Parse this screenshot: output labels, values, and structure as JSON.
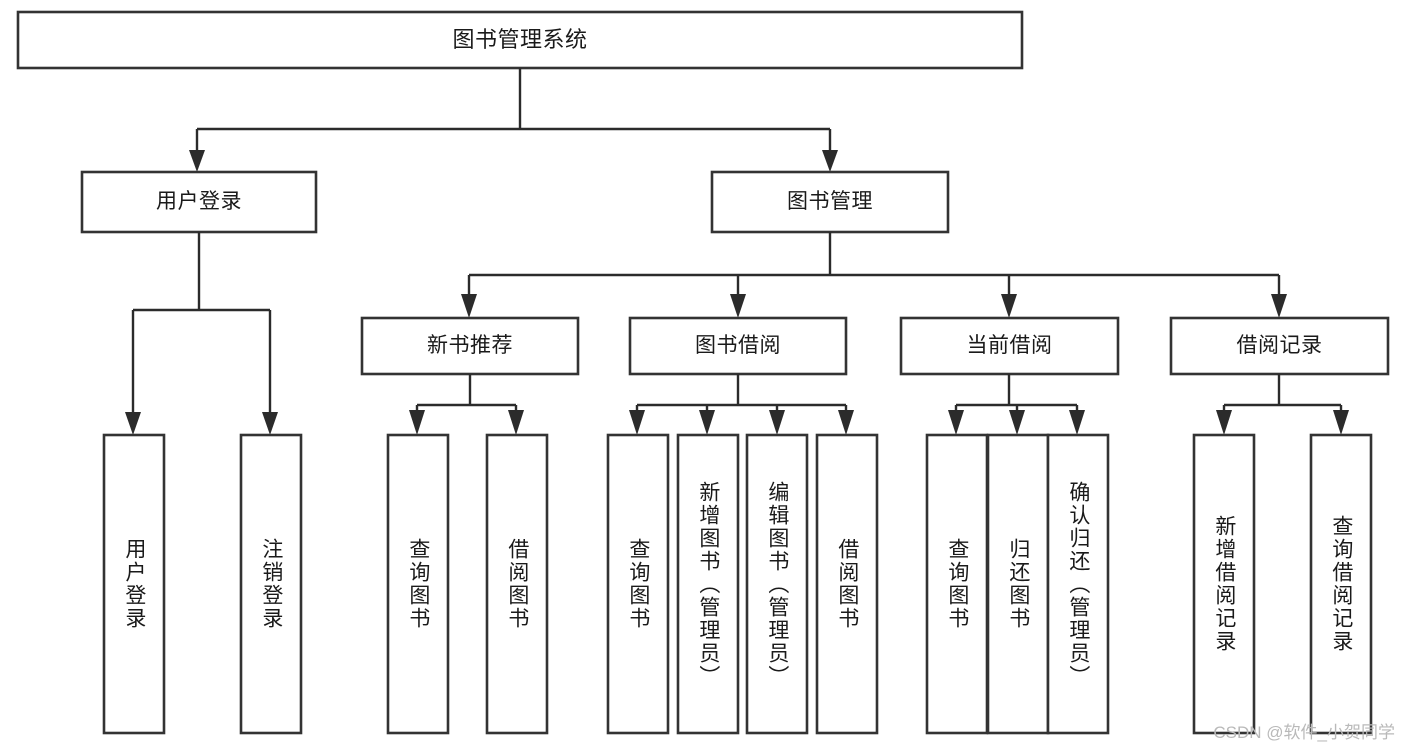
{
  "diagram": {
    "type": "tree-hierarchy",
    "title": "图书管理系统",
    "orientation": "top-down",
    "colors": {
      "box_fill": "#ffffff",
      "box_stroke": "#333333",
      "connector": "#2b2b2b",
      "text": "#1a1a1a",
      "background": "#ffffff",
      "watermark": "#b9b9b9"
    },
    "nodes": {
      "root": {
        "label": "图书管理系统",
        "level": 1,
        "text_direction": "horizontal"
      },
      "level2": [
        {
          "id": "user-login",
          "label": "用户登录",
          "text_direction": "horizontal"
        },
        {
          "id": "book-management",
          "label": "图书管理",
          "text_direction": "horizontal"
        }
      ],
      "level3": [
        {
          "id": "new-book-recommend",
          "label": "新书推荐",
          "text_direction": "horizontal"
        },
        {
          "id": "book-borrow",
          "label": "图书借阅",
          "text_direction": "horizontal"
        },
        {
          "id": "current-borrow",
          "label": "当前借阅",
          "text_direction": "horizontal"
        },
        {
          "id": "borrow-record",
          "label": "借阅记录",
          "text_direction": "horizontal"
        }
      ],
      "leaves": [
        {
          "id": "leaf-user-login",
          "label": "用户登录",
          "parent": "user-login",
          "text_direction": "vertical"
        },
        {
          "id": "leaf-user-logout",
          "label": "注销登录",
          "parent": "user-login",
          "text_direction": "vertical"
        },
        {
          "id": "leaf-query-book-1",
          "label": "查询图书",
          "parent": "new-book-recommend",
          "text_direction": "vertical"
        },
        {
          "id": "leaf-borrow-book-1",
          "label": "借阅图书",
          "parent": "new-book-recommend",
          "text_direction": "vertical"
        },
        {
          "id": "leaf-query-book-2",
          "label": "查询图书",
          "parent": "book-borrow",
          "text_direction": "vertical"
        },
        {
          "id": "leaf-add-book",
          "label": "新增图书（管理员）",
          "parent": "book-borrow",
          "text_direction": "vertical"
        },
        {
          "id": "leaf-edit-book",
          "label": "编辑图书（管理员）",
          "parent": "book-borrow",
          "text_direction": "vertical"
        },
        {
          "id": "leaf-borrow-book-2",
          "label": "借阅图书",
          "parent": "book-borrow",
          "text_direction": "vertical"
        },
        {
          "id": "leaf-query-book-3",
          "label": "查询图书",
          "parent": "current-borrow",
          "text_direction": "vertical"
        },
        {
          "id": "leaf-return-book",
          "label": "归还图书",
          "parent": "current-borrow",
          "text_direction": "vertical"
        },
        {
          "id": "leaf-confirm-return",
          "label": "确认归还（管理员）",
          "parent": "current-borrow",
          "text_direction": "vertical"
        },
        {
          "id": "leaf-add-record",
          "label": "新增借阅记录",
          "parent": "borrow-record",
          "text_direction": "vertical"
        },
        {
          "id": "leaf-query-record",
          "label": "查询借阅记录",
          "parent": "borrow-record",
          "text_direction": "vertical"
        }
      ]
    }
  },
  "watermark": {
    "text": "CSDN @软件_小贺同学"
  }
}
